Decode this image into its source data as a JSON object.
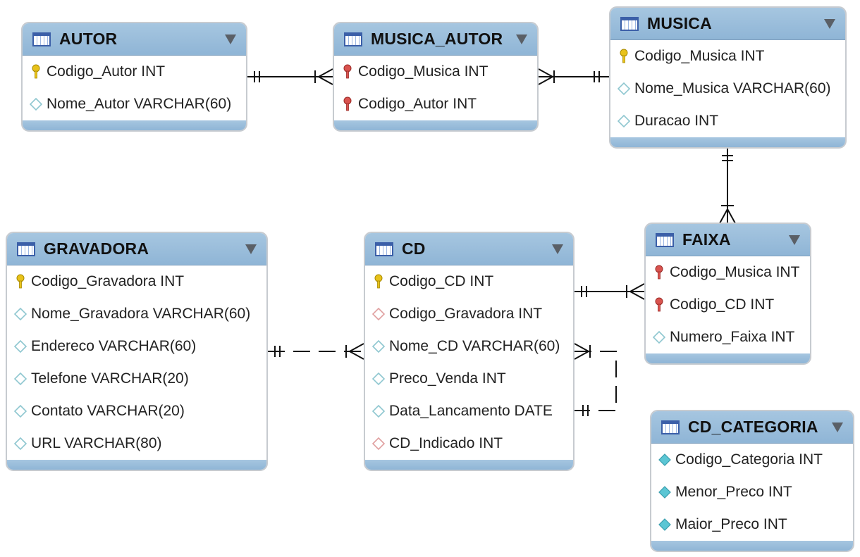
{
  "tables": {
    "autor": {
      "name": "AUTOR",
      "columns": [
        {
          "label": "Codigo_Autor INT",
          "icon": "primary-key-icon"
        },
        {
          "label": "Nome_Autor VARCHAR(60)",
          "icon": "column-diamond-icon"
        }
      ]
    },
    "musica_autor": {
      "name": "MUSICA_AUTOR",
      "columns": [
        {
          "label": "Codigo_Musica INT",
          "icon": "foreign-key-icon"
        },
        {
          "label": "Codigo_Autor INT",
          "icon": "foreign-key-icon"
        }
      ]
    },
    "musica": {
      "name": "MUSICA",
      "columns": [
        {
          "label": "Codigo_Musica INT",
          "icon": "primary-key-icon"
        },
        {
          "label": "Nome_Musica VARCHAR(60)",
          "icon": "column-diamond-icon"
        },
        {
          "label": "Duracao INT",
          "icon": "column-diamond-icon"
        }
      ]
    },
    "gravadora": {
      "name": "GRAVADORA",
      "columns": [
        {
          "label": "Codigo_Gravadora INT",
          "icon": "primary-key-icon"
        },
        {
          "label": "Nome_Gravadora VARCHAR(60)",
          "icon": "column-diamond-icon"
        },
        {
          "label": "Endereco VARCHAR(60)",
          "icon": "column-diamond-icon"
        },
        {
          "label": "Telefone VARCHAR(20)",
          "icon": "column-diamond-icon"
        },
        {
          "label": "Contato VARCHAR(20)",
          "icon": "column-diamond-icon"
        },
        {
          "label": "URL VARCHAR(80)",
          "icon": "column-diamond-icon"
        }
      ]
    },
    "cd": {
      "name": "CD",
      "columns": [
        {
          "label": "Codigo_CD INT",
          "icon": "primary-key-icon"
        },
        {
          "label": "Codigo_Gravadora INT",
          "icon": "foreign-column-diamond-icon"
        },
        {
          "label": "Nome_CD VARCHAR(60)",
          "icon": "column-diamond-icon"
        },
        {
          "label": "Preco_Venda INT",
          "icon": "column-diamond-icon"
        },
        {
          "label": "Data_Lancamento DATE",
          "icon": "column-diamond-icon"
        },
        {
          "label": "CD_Indicado INT",
          "icon": "foreign-column-diamond-icon"
        }
      ]
    },
    "faixa": {
      "name": "FAIXA",
      "columns": [
        {
          "label": "Codigo_Musica INT",
          "icon": "foreign-key-icon"
        },
        {
          "label": "Codigo_CD INT",
          "icon": "foreign-key-icon"
        },
        {
          "label": "Numero_Faixa INT",
          "icon": "column-diamond-icon"
        }
      ]
    },
    "cd_categoria": {
      "name": "CD_CATEGORIA",
      "columns": [
        {
          "label": "Codigo_Categoria INT",
          "icon": "filled-column-diamond-icon"
        },
        {
          "label": "Menor_Preco INT",
          "icon": "filled-column-diamond-icon"
        },
        {
          "label": "Maior_Preco INT",
          "icon": "filled-column-diamond-icon"
        }
      ]
    }
  },
  "relationships": [
    {
      "from": "autor",
      "to": "musica_autor",
      "from_end": "one-mandatory",
      "to_end": "many",
      "style": "solid"
    },
    {
      "from": "musica_autor",
      "to": "musica",
      "from_end": "one-or-many",
      "to_end": "one-mandatory",
      "style": "solid"
    },
    {
      "from": "musica",
      "to": "faixa",
      "from_end": "one-mandatory",
      "to_end": "one-or-many",
      "style": "solid"
    },
    {
      "from": "cd",
      "to": "faixa",
      "from_end": "one-mandatory",
      "to_end": "one-or-many",
      "style": "solid"
    },
    {
      "from": "gravadora",
      "to": "cd",
      "from_end": "one-mandatory",
      "to_end": "one-or-many",
      "style": "dashed"
    },
    {
      "from": "cd",
      "to": "cd",
      "from_end": "one-or-many",
      "to_end": "one-mandatory",
      "style": "dashed"
    }
  ],
  "colors": {
    "header": "#9fc0dc",
    "primary_key": "#e8c21a",
    "foreign_key": "#d9534f",
    "column": "#8fc7d0",
    "foreign_column": "#e0a0a0",
    "filled_column": "#5bc6d4",
    "connector": "#111111"
  }
}
